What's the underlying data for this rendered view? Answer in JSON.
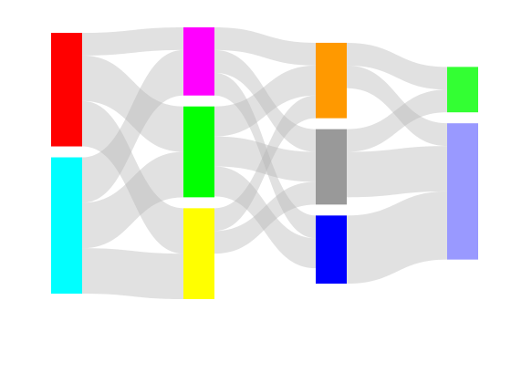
{
  "diagram": {
    "type": "sankey",
    "link_color": "#b4b4b4",
    "columns": [
      [
        "red",
        "cyan"
      ],
      [
        "magenta",
        "green",
        "yellow"
      ],
      [
        "orange",
        "gray",
        "blue"
      ],
      [
        "lightgreen",
        "lavender"
      ]
    ],
    "nodes": [
      {
        "id": "red",
        "color": "#ff0000"
      },
      {
        "id": "cyan",
        "color": "#00ffff"
      },
      {
        "id": "magenta",
        "color": "#ff00ff"
      },
      {
        "id": "green",
        "color": "#00ff00"
      },
      {
        "id": "yellow",
        "color": "#ffff00"
      },
      {
        "id": "orange",
        "color": "#ff9900"
      },
      {
        "id": "gray",
        "color": "#999999"
      },
      {
        "id": "blue",
        "color": "#0000ff"
      },
      {
        "id": "lightgreen",
        "color": "#33ff33"
      },
      {
        "id": "lavender",
        "color": "#9999ff"
      }
    ],
    "links": [
      {
        "source": "red",
        "target": "magenta",
        "value": 2.5
      },
      {
        "source": "red",
        "target": "green",
        "value": 5
      },
      {
        "source": "red",
        "target": "yellow",
        "value": 5
      },
      {
        "source": "cyan",
        "target": "magenta",
        "value": 5
      },
      {
        "source": "cyan",
        "target": "green",
        "value": 5
      },
      {
        "source": "cyan",
        "target": "yellow",
        "value": 5
      },
      {
        "source": "magenta",
        "target": "orange",
        "value": 2.5
      },
      {
        "source": "magenta",
        "target": "gray",
        "value": 2.5
      },
      {
        "source": "magenta",
        "target": "blue",
        "value": 2.5
      },
      {
        "source": "green",
        "target": "orange",
        "value": 3.3
      },
      {
        "source": "green",
        "target": "gray",
        "value": 3.3
      },
      {
        "source": "green",
        "target": "blue",
        "value": 3.3
      },
      {
        "source": "yellow",
        "target": "orange",
        "value": 2.5
      },
      {
        "source": "yellow",
        "target": "gray",
        "value": 2.5
      },
      {
        "source": "orange",
        "target": "lightgreen",
        "value": 2.5
      },
      {
        "source": "orange",
        "target": "lavender",
        "value": 2.5
      },
      {
        "source": "gray",
        "target": "lightgreen",
        "value": 2.5
      },
      {
        "source": "gray",
        "target": "lavender",
        "value": 5
      },
      {
        "source": "blue",
        "target": "lavender",
        "value": 7.5
      }
    ]
  }
}
